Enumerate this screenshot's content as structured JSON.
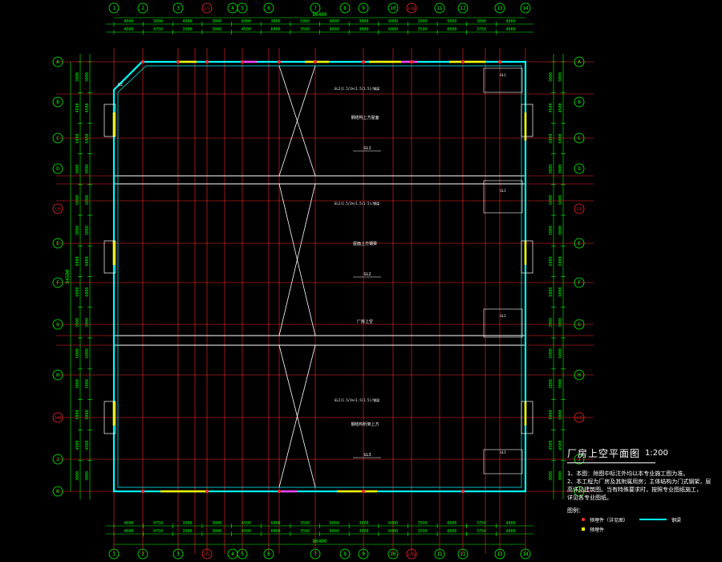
{
  "drawing": {
    "title": "厂房上空平面图",
    "scale": "1:200",
    "notes": [
      "1、本图：除图中标注外均以本专业施工图为准。",
      "2、本工程为厂房及其附属用房；主体结构为门式钢架，层",
      "   高详见建筑图。当有特殊要求时，按照专业图纸施工，",
      "   详见各专业图纸。"
    ],
    "legend_heading": "图例：",
    "legend": [
      {
        "symbol": "red-dot",
        "label": "预埋件（详见图）",
        "extra": "钢梁"
      },
      {
        "symbol": "yellow-square",
        "label": "预埋件"
      }
    ]
  },
  "dims": {
    "top_total": "86400",
    "left_total": "84500",
    "top_row": [
      "4000",
      "3000",
      "4000",
      "3000",
      "6000",
      "3000",
      "5000",
      "6000",
      "3000",
      "6000",
      "3000",
      "5000",
      "3000",
      "4000"
    ],
    "top_row2": [
      "4000",
      "4750",
      "3000",
      "3000",
      "4500",
      "6000",
      "3500",
      "6000",
      "3000",
      "6000",
      "3500",
      "6000",
      "3750",
      "4000"
    ],
    "left_col": [
      "3000",
      "4500",
      "6000",
      "3000",
      "6000",
      "3000",
      "6000",
      "6000",
      "3000",
      "6000",
      "3000",
      "6000",
      "4500",
      "3000"
    ],
    "bottom_row": [
      "4000",
      "4750",
      "3000",
      "3000",
      "4500",
      "6000",
      "3500",
      "6000",
      "3000",
      "6000",
      "3500",
      "6000",
      "3750",
      "4000"
    ]
  },
  "axes": {
    "top": [
      "1",
      "2",
      "3",
      "1/3",
      "4",
      "5",
      "6",
      "7",
      "8",
      "9",
      "10",
      "1/10",
      "11",
      "12",
      "13",
      "14"
    ],
    "left": [
      "A",
      "B",
      "C",
      "D",
      "1/D",
      "E",
      "F",
      "G",
      "H",
      "1/H",
      "J",
      "K"
    ],
    "right": [
      "A",
      "B",
      "C",
      "D",
      "1/D",
      "E",
      "F",
      "G",
      "H",
      "1/H",
      "J",
      "K"
    ]
  },
  "annotations": {
    "bay_labels": [
      {
        "main": "钢结构上方屋面",
        "code": "GL1"
      },
      {
        "main": "屋面上方钢梁",
        "code": "GL2"
      },
      {
        "main": "厂房上空",
        "code": ""
      },
      {
        "main": "钢结构桁架上方",
        "code": "GL3"
      }
    ],
    "beam_note": "GL2(1.5/1%)1.5(1.5)/钢梁",
    "side_tag": "GL1",
    "corner_tag": "GZ"
  },
  "colors": {
    "background": "#000000",
    "grid_red": "#ff2a2a",
    "grid_white": "#ffffff",
    "dim_green": "#00ff00",
    "wall_cyan": "#00ffff",
    "wall_yellow": "#ffff00",
    "wall_magenta": "#ff40ff"
  }
}
